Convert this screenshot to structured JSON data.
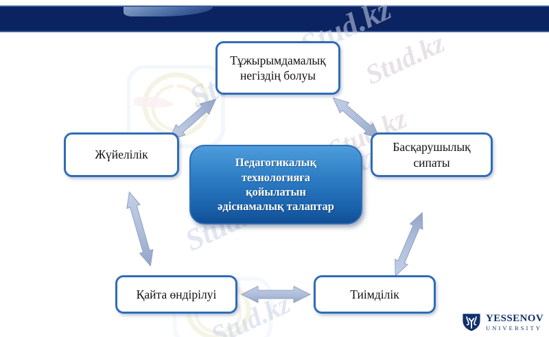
{
  "slide": {
    "header": {
      "band_color": "#0b2361",
      "band_border_color": "#3f5f9c",
      "swoosh_name": "header-swoosh-decoration"
    },
    "center": {
      "label": "Педагогикалық технологияға қойылатын әдіснамалық талаптар",
      "line1": "Педагогикалық",
      "line2": "технологияға",
      "line3": "қойылатын",
      "line4": "әдіснамалық талаптар",
      "fill_top": "#4d9ddb",
      "fill_bottom": "#114e93",
      "text_color": "#ffffff"
    },
    "nodes": [
      {
        "id": "top",
        "label": "Тұжырымдамалық негіздің болуы",
        "line1": "Тұжырымдамалық",
        "line2": "негіздің болуы"
      },
      {
        "id": "right",
        "label": "Басқарушылық сипаты",
        "line1": "Басқарушылық",
        "line2": "сипаты"
      },
      {
        "id": "left",
        "label": "Жүйелілік",
        "line1": "Жүйелілік",
        "line2": ""
      },
      {
        "id": "bottom-left",
        "label": "Қайта өндірілуі",
        "line1": "Қайта өндірілуі",
        "line2": ""
      },
      {
        "id": "bottom-right",
        "label": "Тиімділік",
        "line1": "Тиімділік",
        "line2": ""
      }
    ],
    "node_style": {
      "border_color": "#2f6cb5",
      "fill": "#ffffff",
      "text_color": "#101010"
    },
    "arrows": {
      "fill": "#aebdd9",
      "stroke": "#8fa2c4",
      "count": 5,
      "items": [
        {
          "name": "arrow-left-to-top",
          "from": "Жүйелілік",
          "to": "Тұжырымдамалық негіздің болуы",
          "double_headed": true
        },
        {
          "name": "arrow-top-to-right",
          "from": "Тұжырымдамалық негіздің болуы",
          "to": "Басқарушылық сипаты",
          "double_headed": true
        },
        {
          "name": "arrow-right-to-bottom-right",
          "from": "Басқарушылық сипаты",
          "to": "Тиімділік",
          "double_headed": true
        },
        {
          "name": "arrow-bottom-right-to-bottom-left",
          "from": "Тиімділік",
          "to": "Қайта өндірілуі",
          "double_headed": true
        },
        {
          "name": "arrow-bottom-left-to-left",
          "from": "Қайта өндірілуі",
          "to": "Жүйелілік",
          "double_headed": true
        }
      ]
    },
    "watermarks": {
      "text": "Stud.kz - Stud.kz",
      "short": "Stud.kz",
      "instances": [
        "Stud.kz - Stud.kz",
        "Stud.kz",
        "Stud.kz - Stud.kz",
        "Stud.kz",
        "Stud.kz"
      ]
    },
    "brand": {
      "name": "YESSENOV",
      "subtitle": "UNIVERSITY",
      "color": "#11306e",
      "mark": "yessenov-shield-mark"
    }
  }
}
